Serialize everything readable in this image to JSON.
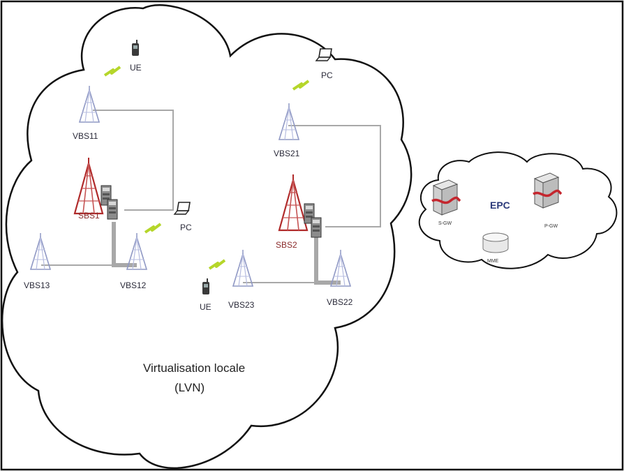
{
  "labels": {
    "ue_top": "UE",
    "pc_top": "PC",
    "vbs11": "VBS11",
    "sbs1": "SBS1",
    "pc_mid": "PC",
    "vbs13": "VBS13",
    "vbs12": "VBS12",
    "vbs21": "VBS21",
    "sbs2": "SBS2",
    "ue_bottom": "UE",
    "vbs23": "VBS23",
    "vbs22": "VBS22",
    "epc": "EPC",
    "sgw": "S-GW",
    "pgw": "P-GW",
    "mme": "MME",
    "caption_line1": "Virtualisation locale",
    "caption_line2": "(LVN)"
  },
  "colors": {
    "virtual_tower": "#8f98c4",
    "physical_tower": "#b02a2a",
    "link": "#a8a8a8",
    "wireless": "#b5d62a",
    "cloud_stroke": "#111111"
  },
  "icons": [
    "phone-icon",
    "laptop-icon",
    "tower-icon",
    "server-icon",
    "database-icon",
    "lightning-icon"
  ]
}
